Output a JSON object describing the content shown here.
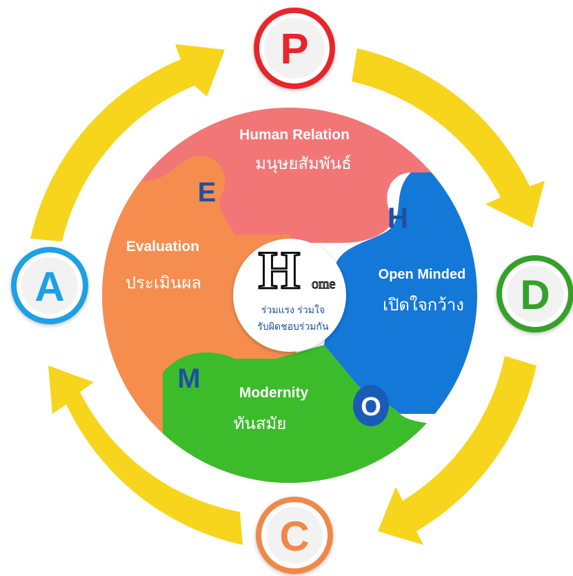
{
  "cycle": {
    "badges": [
      {
        "id": "P",
        "letter": "P",
        "color": "#e8262b"
      },
      {
        "id": "D",
        "letter": "D",
        "color": "#36a12b"
      },
      {
        "id": "C",
        "letter": "C",
        "color": "#f0884a"
      },
      {
        "id": "A",
        "letter": "A",
        "color": "#1aa0e6"
      }
    ],
    "arrow_color": "#f7d51d"
  },
  "pieces": {
    "top": {
      "title": "Human Relation",
      "subtitle": "มนุษยสัมพันธ์",
      "letter": "H",
      "color": "#f37677"
    },
    "right": {
      "title": "Open  Minded",
      "subtitle": "เปิดใจกว้าง",
      "letter": "O",
      "color": "#1478d8"
    },
    "bottom": {
      "title": "Modernity",
      "subtitle": "ทันสมัย",
      "letter": "M",
      "color": "#3cbc2b"
    },
    "left": {
      "title": "Evaluation",
      "subtitle": "ประเมินผล",
      "letter": "E",
      "color": "#f58d4f"
    }
  },
  "center": {
    "logo_letter": "H",
    "logo_suffix": "ome",
    "line1": "ร่วมแรง  ร่วมใจ",
    "line2": "รับผิดชอบร่วมกัน"
  }
}
